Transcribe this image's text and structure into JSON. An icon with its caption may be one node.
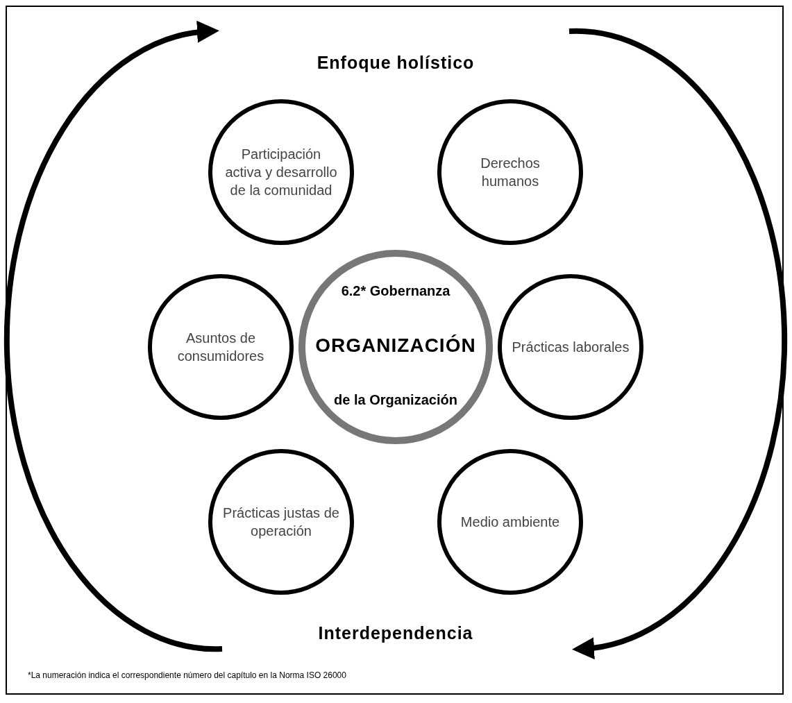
{
  "diagram": {
    "nodes": [
      {
        "text": [
          "Participación activa y desarrollo de la comunidad"
        ]
      },
      {
        "text": [
          "Derechos humanos"
        ]
      },
      {
        "text": [
          "Asuntos de consumidores"
        ]
      },
      {
        "text": [
          "6.2* Gobernanza",
          "ORGANIZACIÓN",
          "de la Organización"
        ]
      },
      {
        "text": [
          "Prácticas laborales"
        ]
      },
      {
        "text": [
          "Prácticas justas de operación"
        ]
      },
      {
        "text": [
          "Medio ambiente"
        ]
      }
    ],
    "edges": [],
    "labels": [
      "Enfoque holístico",
      "Interdependencia",
      "*La numeración indica el correspondiente número del capítulo en la Norma ISO 26000"
    ]
  }
}
